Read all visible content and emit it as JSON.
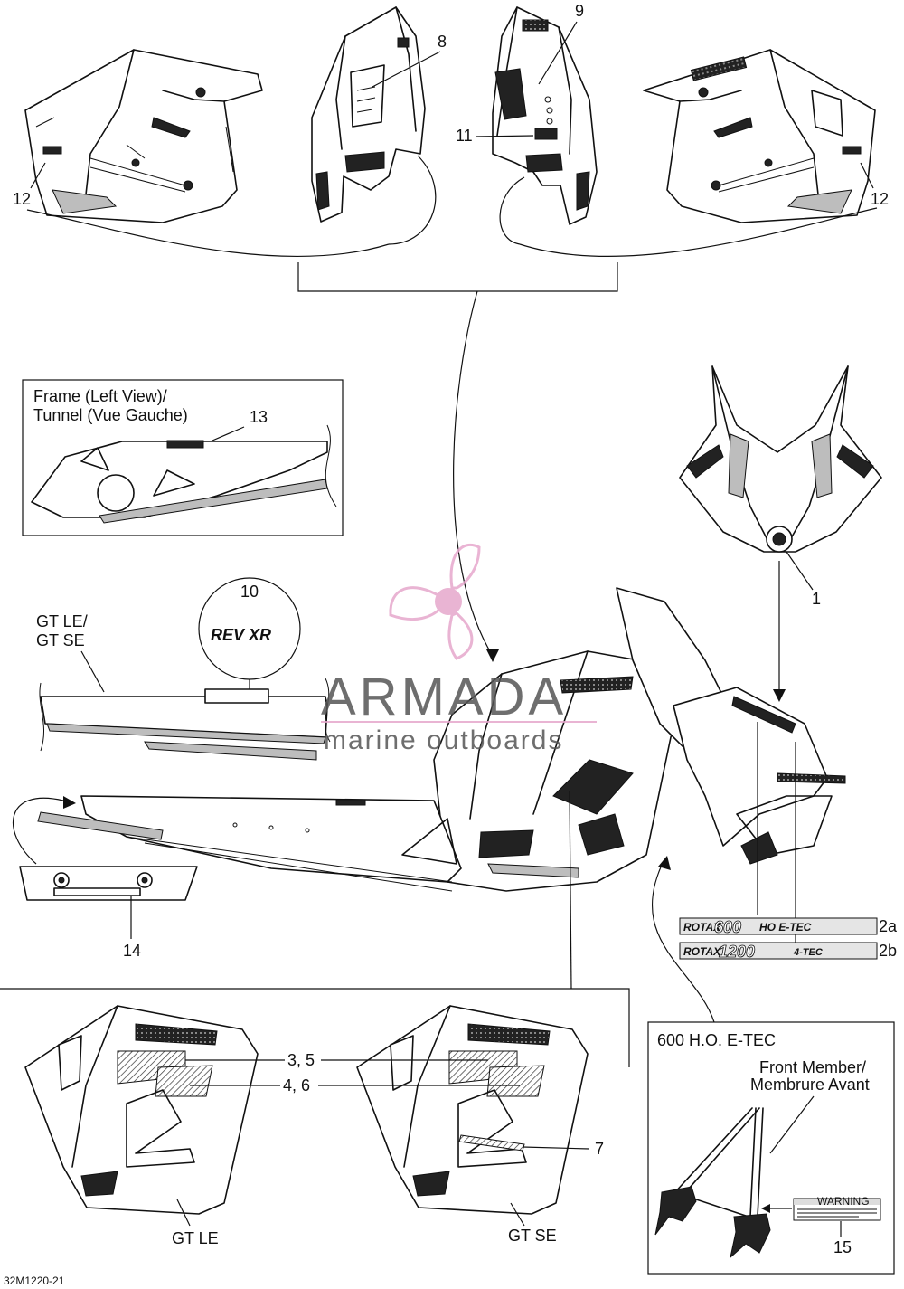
{
  "callouts": {
    "c1": "1",
    "c2a": "2a",
    "c2b": "2b",
    "c3_5": "3, 5",
    "c4_6": "4, 6",
    "c7": "7",
    "c8": "8",
    "c9": "9",
    "c10": "10",
    "c11": "11",
    "c12_left": "12",
    "c12_right": "12",
    "c13": "13",
    "c14": "14",
    "c15": "15"
  },
  "labels": {
    "frame_inset_line1": "Frame (Left View)/",
    "frame_inset_line2": "Tunnel (Vue Gauche)",
    "gt_le_se_line1": "GT LE/",
    "gt_le_se_line2": "GT SE",
    "gt_le": "GT LE",
    "gt_se": "GT SE",
    "engine_inset_title": "600 H.O. E-TEC",
    "front_member_line1": "Front Member/",
    "front_member_line2": "Membrure Avant",
    "part_code": "32M1220-21"
  },
  "decals": {
    "d2a_brand": "ROTAX",
    "d2a_model": "600",
    "d2a_suffix": "HO E-TEC",
    "d2b_brand": "ROTAX",
    "d2b_model": "1200",
    "d2b_suffix": "4-TEC",
    "rev_xr": "REV XR",
    "warning": "WARNING"
  },
  "watermark": {
    "brand": "ARMADA",
    "tagline": "marine outboards",
    "color": "#e6a7cc"
  }
}
